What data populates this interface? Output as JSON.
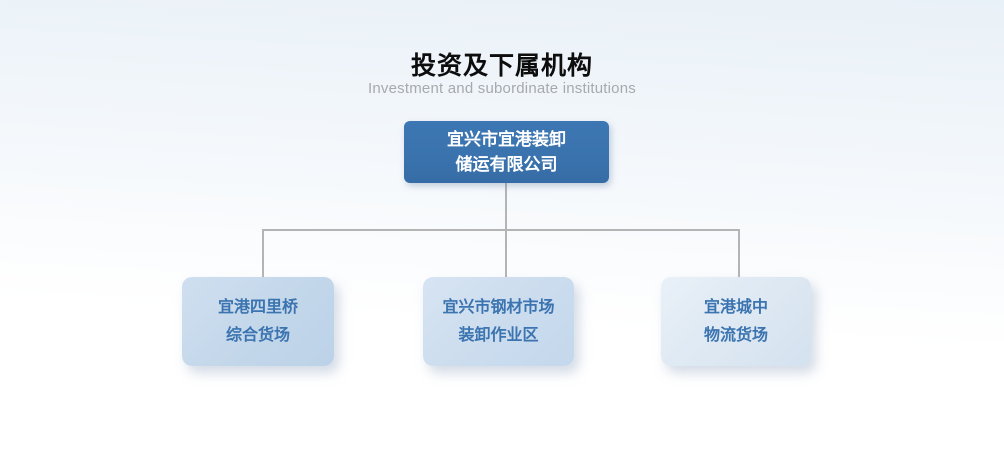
{
  "header": {
    "title": "投资及下属机构",
    "subtitle": "Investment and subordinate institutions"
  },
  "org_chart": {
    "root": {
      "name_line1": "宜兴市宜港装卸",
      "name_line2": "储运有限公司"
    },
    "children": [
      {
        "name_line1": "宜港四里桥",
        "name_line2": "综合货场"
      },
      {
        "name_line1": "宜兴市钢材市场",
        "name_line2": "装卸作业区"
      },
      {
        "name_line1": "宜港城中",
        "name_line2": "物流货场"
      }
    ]
  },
  "colors": {
    "root_box_bg": "#3a73ae",
    "root_box_text": "#ffffff",
    "child_box_text": "#3b74b0",
    "child_box_bg_1": "#c3d7ea",
    "child_box_bg_2": "#cbdcee",
    "child_box_bg_3": "#dde8f2",
    "connector_line": "#b4b4b4",
    "title_text": "#0d0d0d",
    "subtitle_text": "#a6aaae",
    "page_background_top": "#e9f1f8",
    "page_background_bottom": "#ffffff"
  }
}
